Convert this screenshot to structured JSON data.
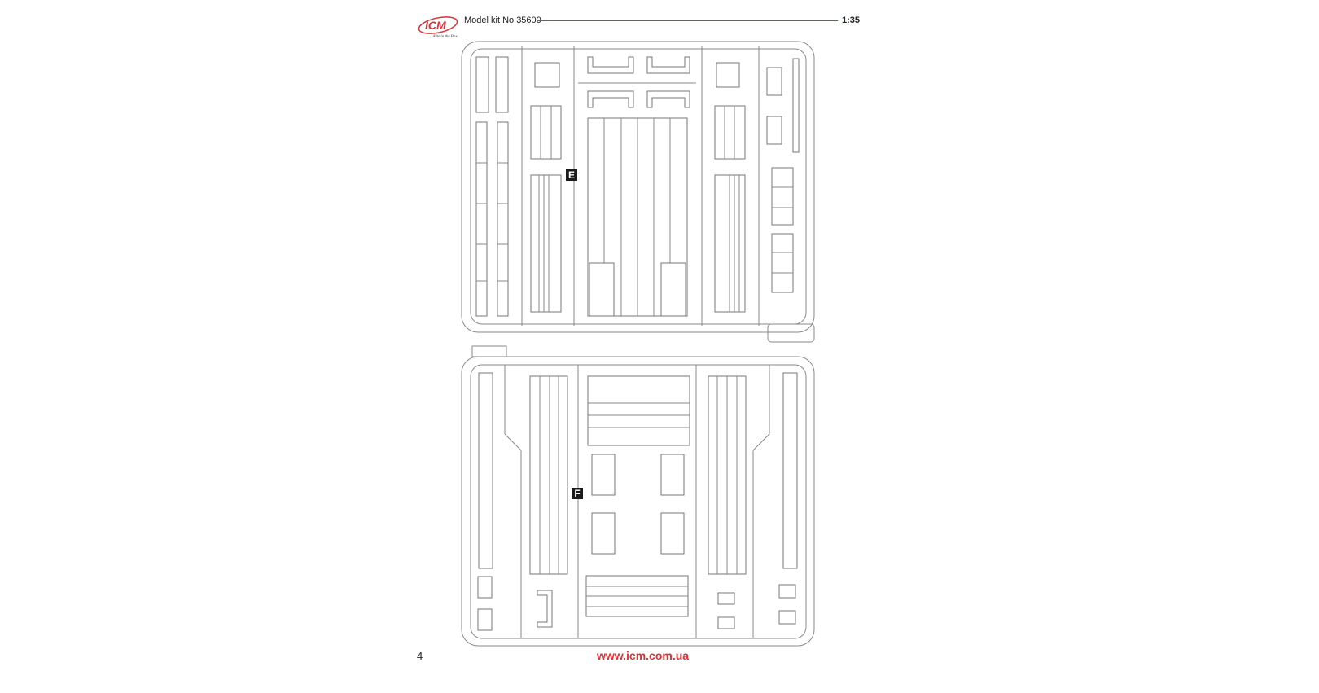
{
  "header": {
    "brand": "ICM",
    "tagline": "Kits in the Box",
    "kit_title": "Model kit No 35600",
    "scale": "1:35"
  },
  "sprues": [
    {
      "letter": "E"
    },
    {
      "letter": "F"
    }
  ],
  "footer": {
    "page_number": "4",
    "url": "www.icm.com.ua"
  },
  "colors": {
    "accent": "#d9323a",
    "line": "#8a8a8a"
  }
}
